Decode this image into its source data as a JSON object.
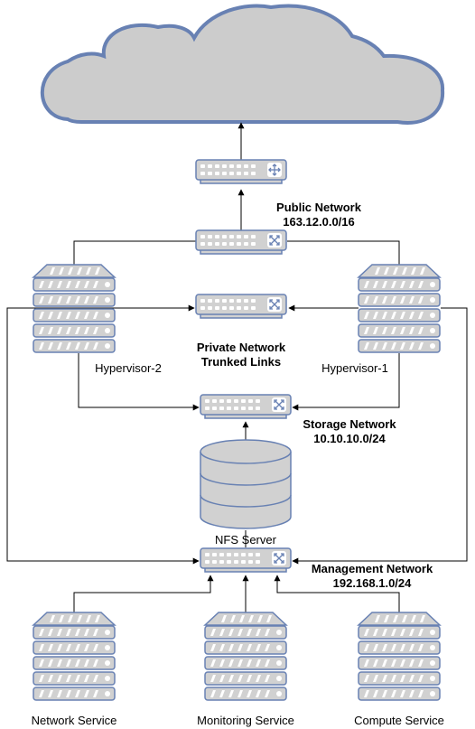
{
  "labels": {
    "public_network": {
      "name": "Public Network",
      "subnet": "163.12.0.0/16"
    },
    "private_network": {
      "name": "Private Network",
      "sub": "Trunked Links"
    },
    "storage_network": {
      "name": "Storage Network",
      "subnet": "10.10.10.0/24"
    },
    "management_network": {
      "name": "Management Network",
      "subnet": "192.168.1.0/24"
    },
    "hypervisor_1": "Hypervisor-1",
    "hypervisor_2": "Hypervisor-2",
    "nfs_server": "NFS Server",
    "network_service": "Network Service",
    "monitoring_service": "Monitoring Service",
    "compute_service": "Compute Service"
  },
  "icons": {
    "cloud": "cloud-icon",
    "router": "router-icon",
    "switch": "switch-icon",
    "server": "server-rack-icon",
    "storage": "database-icon"
  },
  "colors": {
    "device_fill": "#d1d1d1",
    "device_stroke": "#6881b3",
    "cloud_fill": "#cccccc",
    "line": "#000000"
  }
}
